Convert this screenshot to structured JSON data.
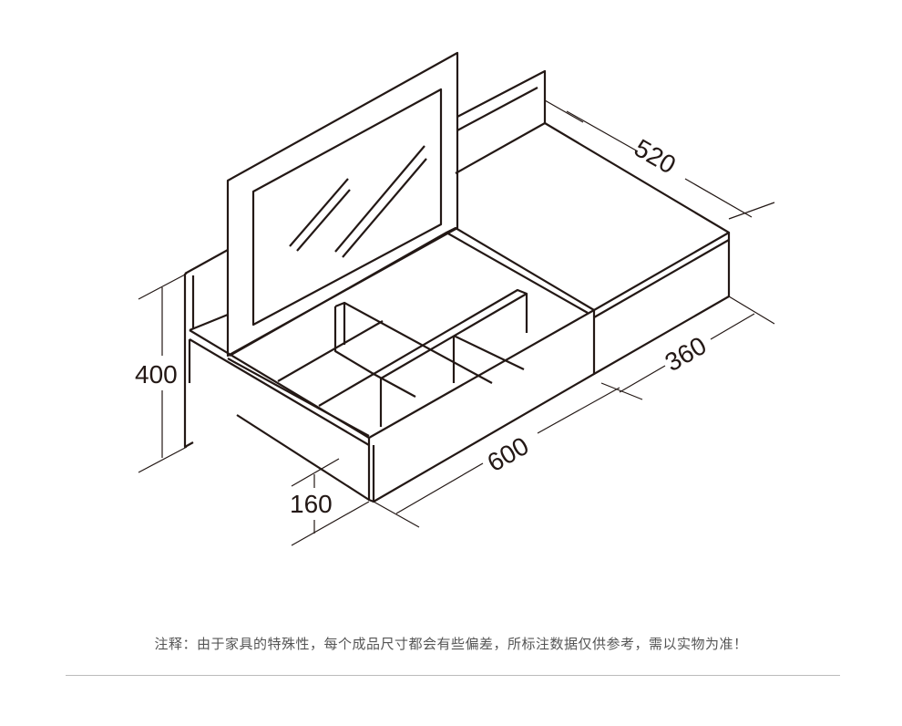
{
  "dimensions": {
    "depth_total": "520",
    "depth_box": "360",
    "width": "600",
    "height": "400",
    "tray_height": "160"
  },
  "note": "注释：由于家具的特殊性，每个成品尺寸都会有些偏差，所标注数据仅供参考，需以实物为准！"
}
